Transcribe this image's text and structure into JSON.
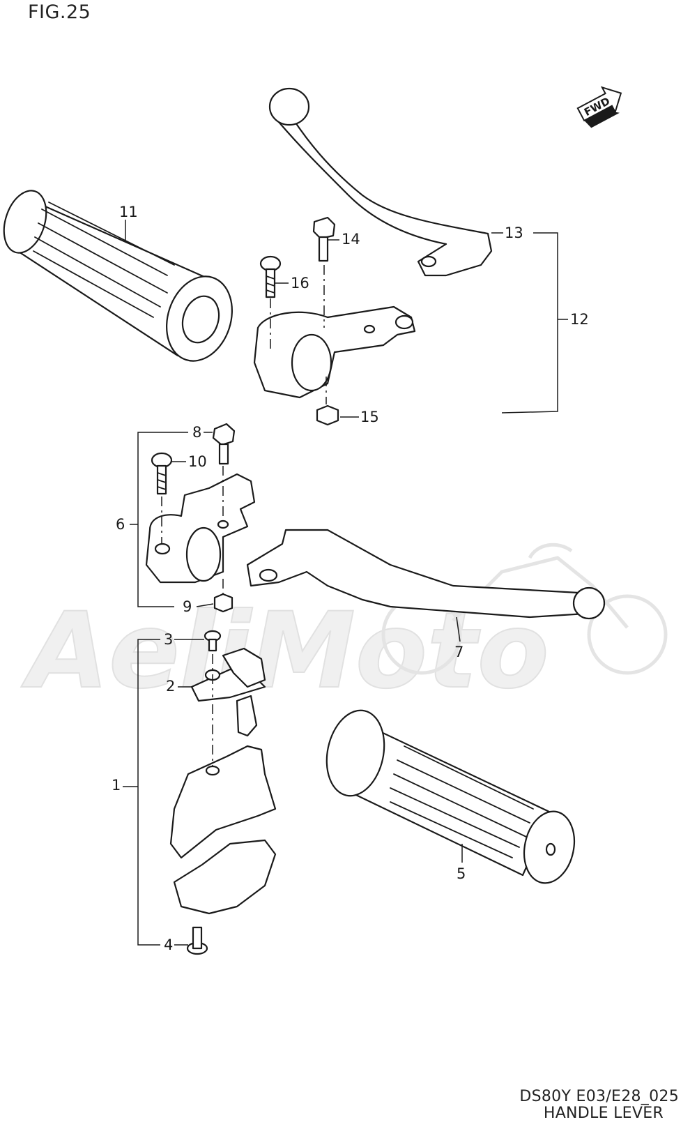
{
  "figure": {
    "title": "FIG.25",
    "code": "DS80Y E03/E28_025",
    "caption": "HANDLE LEVER",
    "fwd_label": "FWD"
  },
  "watermark": "AeliMoto",
  "callouts": [
    "1",
    "2",
    "3",
    "4",
    "5",
    "6",
    "7",
    "8",
    "9",
    "10",
    "11",
    "12",
    "13",
    "14",
    "15",
    "16"
  ]
}
